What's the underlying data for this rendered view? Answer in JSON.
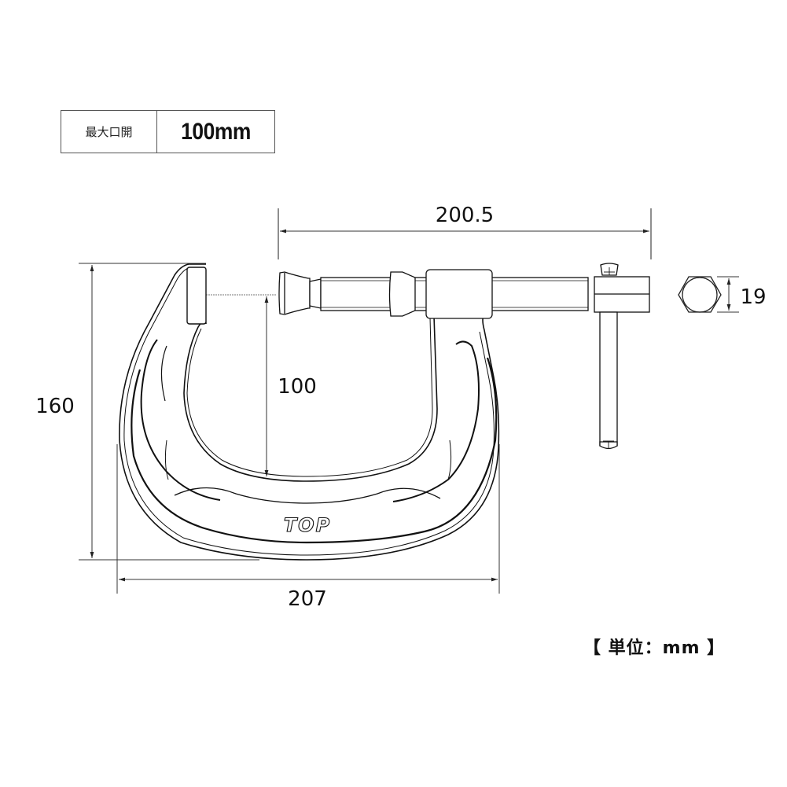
{
  "spec_table": {
    "label": "最大口開",
    "value": "100mm"
  },
  "dimensions": {
    "overall_length": "200.5",
    "hex_width": "19",
    "max_opening": "100",
    "height": "160",
    "width": "207"
  },
  "brand_logo": "TOP",
  "unit_note": "【 単位：mm 】",
  "colors": {
    "line": "#111111",
    "dim_line": "#333333",
    "background": "#ffffff"
  }
}
